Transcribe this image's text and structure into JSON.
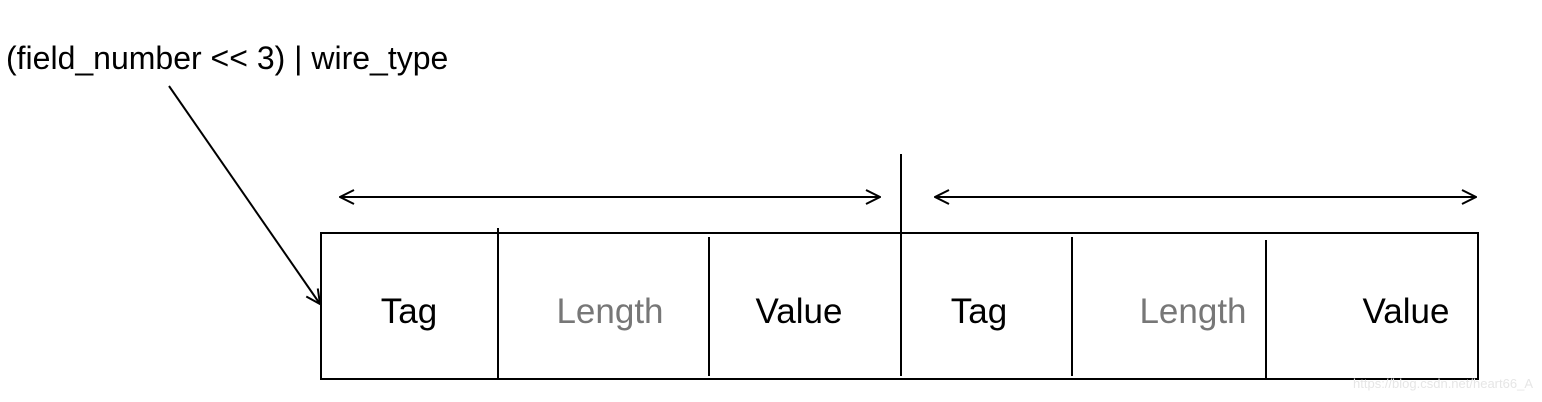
{
  "formula": "(field_number << 3) | wire_type",
  "colors": {
    "line": "#000000",
    "text_primary": "#000000",
    "text_optional": "#777777",
    "watermark": "#e6e6e6"
  },
  "groups": [
    {
      "cells": [
        {
          "label": "Tag",
          "style": "primary"
        },
        {
          "label": "Length",
          "style": "optional"
        },
        {
          "label": "Value",
          "style": "primary"
        }
      ]
    },
    {
      "cells": [
        {
          "label": "Tag",
          "style": "primary"
        },
        {
          "label": "Length",
          "style": "optional"
        },
        {
          "label": "Value",
          "style": "primary"
        }
      ]
    }
  ],
  "watermark": "https://blog.csdn.net/heart66_A"
}
